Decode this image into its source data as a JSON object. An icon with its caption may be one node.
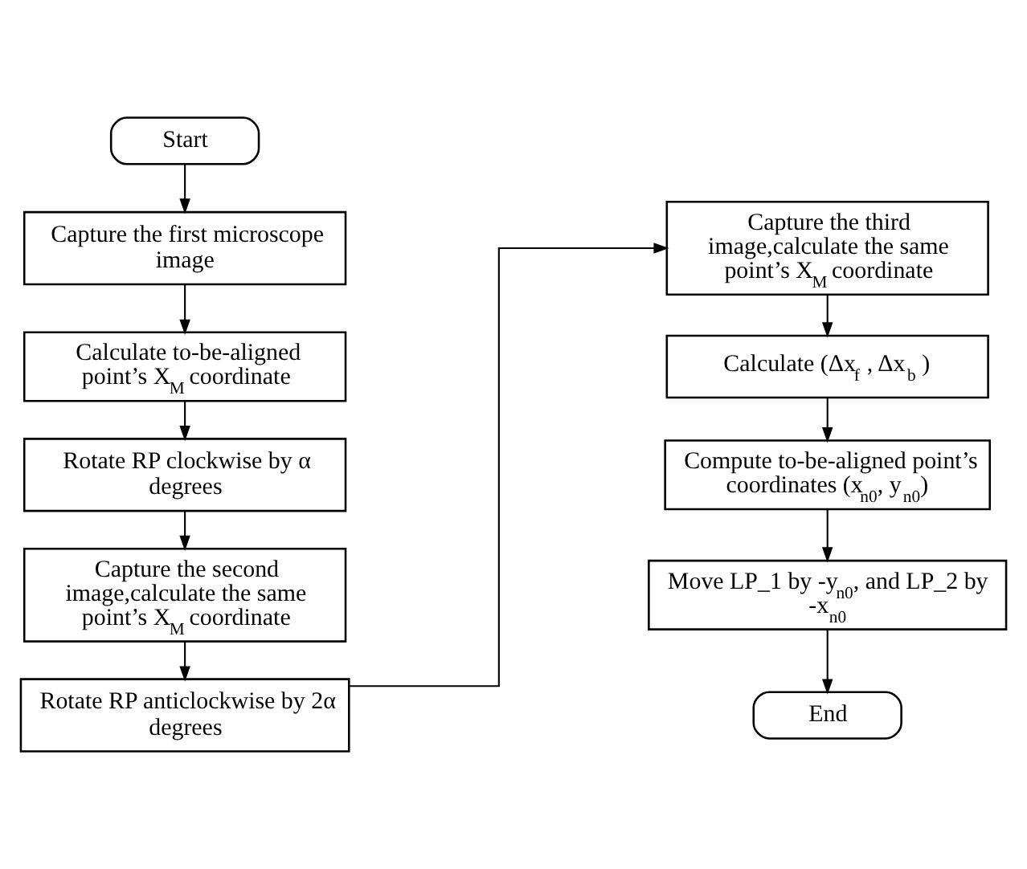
{
  "diagram": {
    "nodes": [
      {
        "text": [
          "Start"
        ]
      },
      {
        "text": [
          "Capture the first microscope image"
        ]
      },
      {
        "text": [
          "Calculate to-be-aligned point’s X$_{M}$ coordinate"
        ]
      },
      {
        "text": [
          "Rotate RP clockwise by α degrees"
        ]
      },
      {
        "text": [
          "Capture the second image,calculate the same point’s X$_{M}$ coordinate"
        ]
      },
      {
        "text": [
          "Rotate RP anticlockwise by 2α degrees"
        ]
      },
      {
        "text": [
          "Capture the third image,calculate the same point’s X$_{M}$ coordinate"
        ]
      },
      {
        "text": [
          "Calculate (Δx$_{f}$ , Δx$_{b}$ )"
        ]
      },
      {
        "text": [
          "Compute to-be-aligned point’s coordinates (x$_{n0}$, y$_{n0}$)"
        ]
      },
      {
        "text": [
          "Move LP_1 by -y$_{n0}$, and LP_2 by -x$_{n0}$"
        ]
      },
      {
        "text": [
          "End"
        ]
      }
    ],
    "edges": [
      {
        "from": 0,
        "to": 1,
        "arrow": "to"
      },
      {
        "from": 1,
        "to": 2,
        "arrow": "to"
      },
      {
        "from": 2,
        "to": 3,
        "arrow": "to"
      },
      {
        "from": 3,
        "to": 4,
        "arrow": "to"
      },
      {
        "from": 4,
        "to": 5,
        "arrow": "to"
      },
      {
        "from": 5,
        "to": 6,
        "arrow": "to"
      },
      {
        "from": 6,
        "to": 7,
        "arrow": "to"
      },
      {
        "from": 7,
        "to": 8,
        "arrow": "to"
      },
      {
        "from": 8,
        "to": 9,
        "arrow": "to"
      },
      {
        "from": 9,
        "to": 10,
        "arrow": "to"
      }
    ]
  }
}
